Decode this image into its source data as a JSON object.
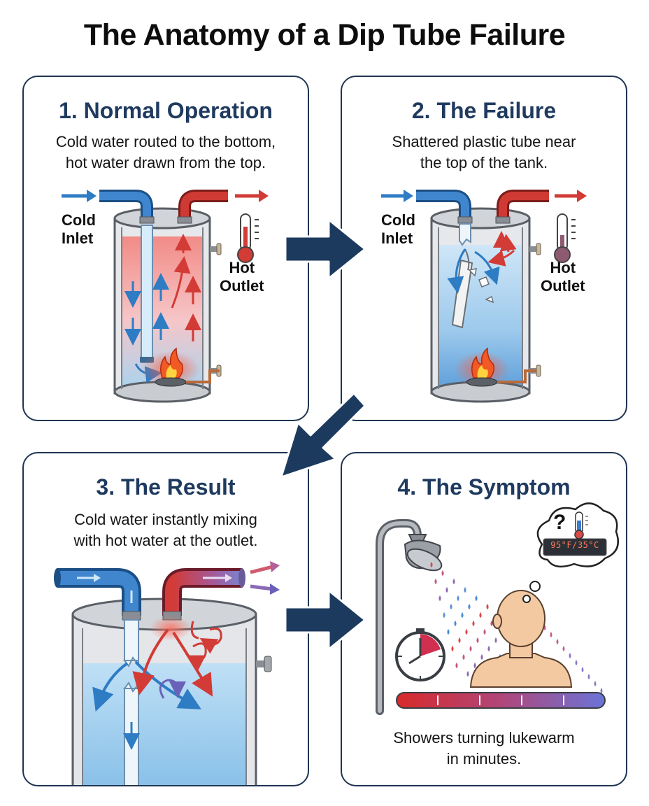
{
  "title": "The Anatomy of a Dip Tube Failure",
  "panels": [
    {
      "title": "1. Normal Operation",
      "desc": [
        "Cold water routed to the bottom,",
        "hot water drawn from the top."
      ],
      "cold_label": [
        "Cold",
        "Inlet"
      ],
      "hot_label": [
        "Hot",
        "Outlet"
      ]
    },
    {
      "title": "2. The Failure",
      "desc": [
        "Shattered plastic tube near",
        "the top of the tank."
      ],
      "cold_label": [
        "Cold",
        "Inlet"
      ],
      "hot_label": [
        "Hot",
        "Outlet"
      ]
    },
    {
      "title": "3. The Result",
      "desc": [
        "Cold water instantly mixing",
        "with hot water at the outlet."
      ]
    },
    {
      "title": "4. The Symptom",
      "caption": [
        "Showers turning lukewarm",
        "in minutes."
      ],
      "display_readout": "95°F/35°C",
      "thought_symbol": "?"
    }
  ],
  "colors": {
    "panel_border": "#1f3552",
    "title_blue": "#1f3a5f",
    "cold_blue": "#2d7cc4",
    "hot_red": "#c93a32",
    "flow_arrow": "#1c3a5e",
    "tank_gray": "#a9adb3"
  },
  "icons": [
    "thermometer-icon",
    "flame-icon",
    "shower-head-icon",
    "clock-icon",
    "thought-bubble-icon",
    "person-icon"
  ]
}
